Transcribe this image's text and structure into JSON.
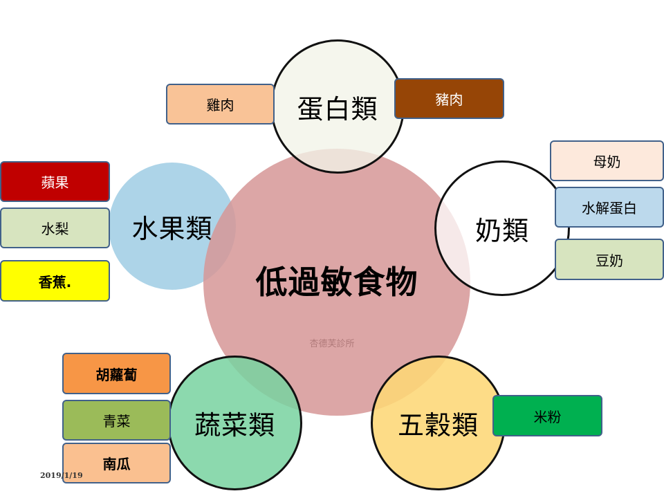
{
  "center": {
    "title": "低過敏食物",
    "watermark": "杏德芙診所"
  },
  "categories": {
    "protein": {
      "label": "蛋白類",
      "items": [
        {
          "label": "雞肉",
          "color": "#f9c397"
        },
        {
          "label": "豬肉",
          "color": "#964506"
        }
      ]
    },
    "milk": {
      "label": "奶類",
      "items": [
        {
          "label": "母奶",
          "color": "#fde9dc"
        },
        {
          "label": "水解蛋白",
          "color": "#bcd9ec"
        },
        {
          "label": "豆奶",
          "color": "#d7e4bf"
        }
      ]
    },
    "fruit": {
      "label": "水果類",
      "items": [
        {
          "label": "蘋果",
          "color": "#c00000"
        },
        {
          "label": "水梨",
          "color": "#d7e4bf"
        },
        {
          "label": "香蕉.",
          "color": "#ffff00"
        }
      ]
    },
    "vegetable": {
      "label": "蔬菜類",
      "items": [
        {
          "label": "胡蘿蔔",
          "color": "#f79646"
        },
        {
          "label": "青菜",
          "color": "#9bbb59"
        },
        {
          "label": "南瓜",
          "color": "#fac090"
        }
      ]
    },
    "grain": {
      "label": "五穀類",
      "items": [
        {
          "label": "米粉",
          "color": "#00b050"
        }
      ]
    }
  },
  "footer": {
    "date": "2019/1/19"
  }
}
